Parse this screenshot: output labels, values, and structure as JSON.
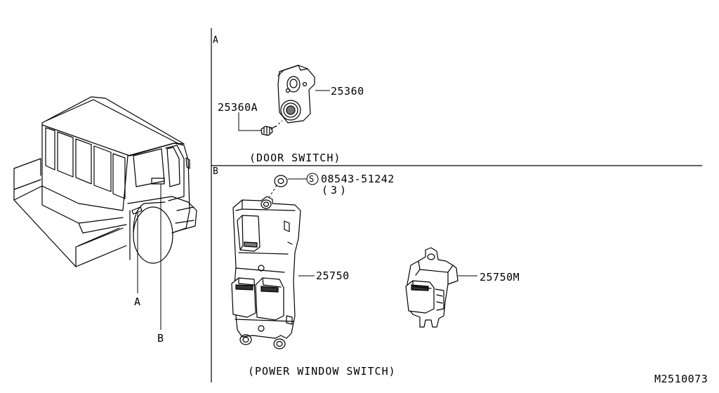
{
  "sections": {
    "a": "A",
    "b": "B"
  },
  "callouts": {
    "vehicle_a": "A",
    "vehicle_b": "B",
    "part_25360": "25360",
    "part_25360A": "25360A",
    "part_08543": "08543-51242",
    "part_08543_qty": "(3)",
    "screw_symbol": "S",
    "part_25750": "25750",
    "part_25750M": "25750M"
  },
  "captions": {
    "door_switch": "(DOOR SWITCH)",
    "power_window_switch": "(POWER WINDOW SWITCH)"
  },
  "figure_code": "M2510073"
}
